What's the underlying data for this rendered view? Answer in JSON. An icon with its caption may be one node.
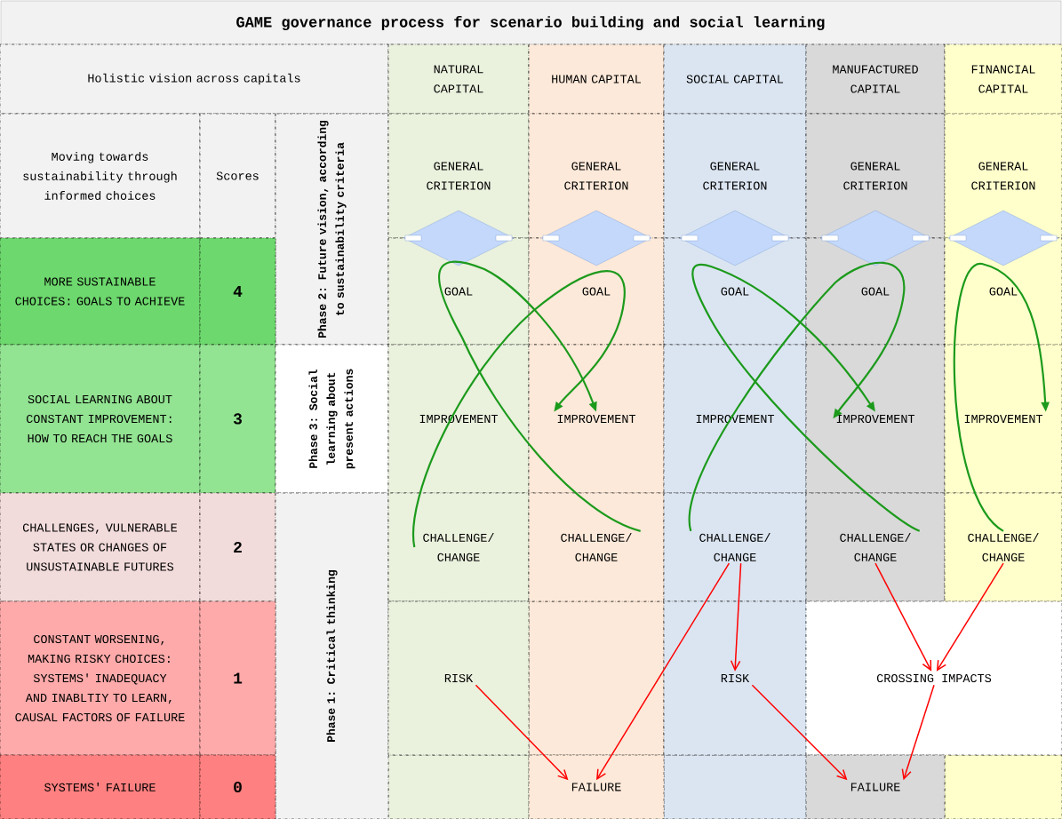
{
  "diagram": {
    "title": "GAME governance process for scenario building and social learning",
    "nodes": [
      {
        "text": [
          "Holistic vision across capitals"
        ]
      },
      {
        "text": [
          "NATURAL CAPITAL"
        ]
      },
      {
        "text": [
          "HUMAN CAPITAL"
        ]
      },
      {
        "text": [
          "SOCIAL CAPITAL"
        ]
      },
      {
        "text": [
          "MANUFACTURED CAPITAL"
        ]
      },
      {
        "text": [
          "FINANCIAL CAPITAL"
        ]
      },
      {
        "text": [
          "Moving towards sustainability through informed choices"
        ]
      },
      {
        "text": [
          "Scores"
        ]
      },
      {
        "text": [
          "Phase 2: Future vision, according to sustainability criteria"
        ]
      },
      {
        "text": [
          "GENERAL CRITERION"
        ]
      },
      {
        "text": [
          "GENERAL CRITERION"
        ]
      },
      {
        "text": [
          "GENERAL CRITERION"
        ]
      },
      {
        "text": [
          "GENERAL CRITERION"
        ]
      },
      {
        "text": [
          "GENERAL CRITERION"
        ]
      },
      {
        "text": [],
        "shape": "diamond"
      },
      {
        "text": [],
        "shape": "diamond"
      },
      {
        "text": [],
        "shape": "diamond"
      },
      {
        "text": [],
        "shape": "diamond"
      },
      {
        "text": [],
        "shape": "diamond"
      },
      {
        "text": [
          "MORE SUSTAINABLE CHOICES: GOALS TO ACHIEVE"
        ]
      },
      {
        "text": [
          "4"
        ]
      },
      {
        "text": [
          "GOAL"
        ]
      },
      {
        "text": [
          "GOAL"
        ]
      },
      {
        "text": [
          "GOAL"
        ]
      },
      {
        "text": [
          "GOAL"
        ]
      },
      {
        "text": [
          "GOAL"
        ]
      },
      {
        "text": [
          "SOCIAL LEARNING ABOUT CONSTANT IMPROVEMENT: HOW TO REACH THE GOALS"
        ]
      },
      {
        "text": [
          "3"
        ]
      },
      {
        "text": [
          "Phase 3: Social learning about present actions"
        ]
      },
      {
        "text": [
          "IMPROVEMENT"
        ]
      },
      {
        "text": [
          "IMPROVEMENT"
        ]
      },
      {
        "text": [
          "IMPROVEMENT"
        ]
      },
      {
        "text": [
          "IMPROVEMENT"
        ]
      },
      {
        "text": [
          "IMPROVEMENT"
        ]
      },
      {
        "text": [
          "CHALLENGES, VULNERABLE STATES OR CHANGES OF UNSUSTAINABLE FUTURES"
        ]
      },
      {
        "text": [
          "2"
        ]
      },
      {
        "text": [
          "Phase 1: Critical thinking"
        ]
      },
      {
        "text": [
          "CHALLENGE/ CHANGE"
        ]
      },
      {
        "text": [
          "CHALLENGE/ CHANGE"
        ]
      },
      {
        "text": [
          "CHALLENGE/ CHANGE"
        ]
      },
      {
        "text": [
          "CHALLENGE/ CHANGE"
        ]
      },
      {
        "text": [
          "CHALLENGE/ CHANGE"
        ]
      },
      {
        "text": [
          "CONSTANT WORSENING, MAKING RISKY CHOICES: SYSTEMS' INADEQUACY AND INABLTIY TO LEARN, CAUSAL FACTORS OF FAILURE"
        ]
      },
      {
        "text": [
          "1"
        ]
      },
      {
        "text": [
          "RISK"
        ]
      },
      {
        "text": [
          "RISK"
        ]
      },
      {
        "text": [
          "CROSSING IMPACTS"
        ]
      },
      {
        "text": [
          "SYSTEMS' FAILURE"
        ]
      },
      {
        "text": [
          "0"
        ]
      },
      {
        "text": [
          "FAILURE"
        ]
      },
      {
        "text": [
          "FAILURE"
        ]
      }
    ],
    "edges": [
      {
        "from": 37,
        "to": 30,
        "arrow": "to",
        "color": "#1c9a1c"
      },
      {
        "from": 38,
        "to": 30,
        "arrow": "to",
        "color": "#1c9a1c"
      },
      {
        "from": 39,
        "to": 32,
        "arrow": "to",
        "color": "#1c9a1c"
      },
      {
        "from": 40,
        "to": 32,
        "arrow": "to",
        "color": "#1c9a1c"
      },
      {
        "from": 41,
        "to": 33,
        "arrow": "to",
        "color": "#1c9a1c"
      },
      {
        "from": 39,
        "to": 49,
        "arrow": "to"
      },
      {
        "from": 39,
        "to": 45,
        "arrow": "to"
      },
      {
        "from": 44,
        "to": 49,
        "arrow": "to"
      },
      {
        "from": 45,
        "to": 50,
        "arrow": "to"
      },
      {
        "from": 40,
        "to": 46,
        "arrow": "to"
      },
      {
        "from": 41,
        "to": 46,
        "arrow": "to"
      },
      {
        "from": 46,
        "to": 50,
        "arrow": "to"
      }
    ]
  }
}
